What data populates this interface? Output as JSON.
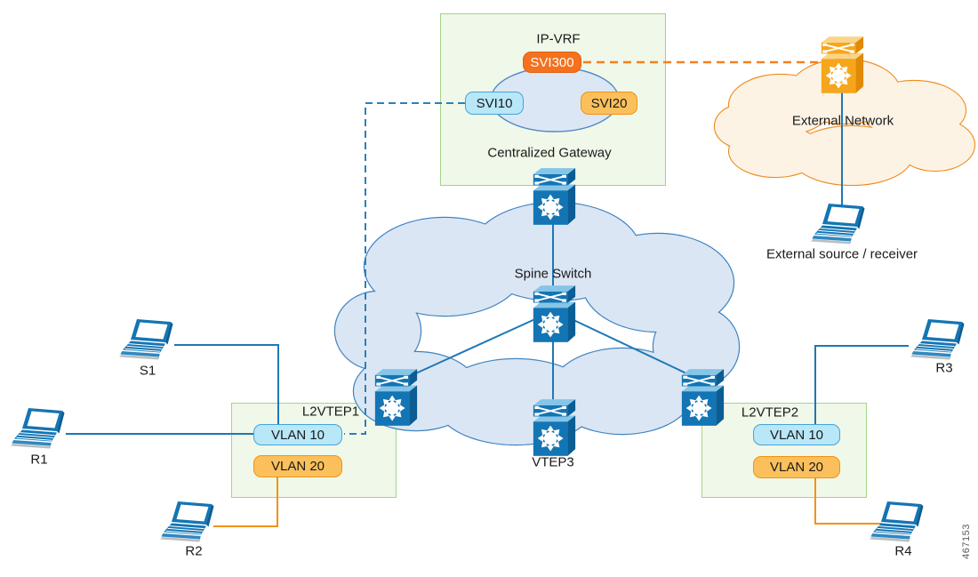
{
  "diagram": {
    "figure_number": "467153",
    "ip_vrf": {
      "title": "IP-VRF",
      "svi300": "SVI300",
      "svi10": "SVI10",
      "svi20": "SVI20",
      "caption": "Centralized Gateway"
    },
    "fabric": {
      "spine_label": "Spine Switch",
      "vtep3_label": "VTEP3"
    },
    "external": {
      "cloud_label": "External Network",
      "host_label": "External source / receiver"
    },
    "l2vtep1": {
      "title": "L2VTEP1",
      "vlan10": "VLAN 10",
      "vlan20": "VLAN 20"
    },
    "l2vtep2": {
      "title": "L2VTEP2",
      "vlan10": "VLAN 10",
      "vlan20": "VLAN 20"
    },
    "hosts": {
      "s1": "S1",
      "r1": "R1",
      "r2": "R2",
      "r3": "R3",
      "r4": "R4"
    },
    "colors": {
      "switch_blue": "#1375b4",
      "switch_orange": "#f6a61c",
      "line_blue": "#1d78b5",
      "line_orange": "#f2930f",
      "dashed_blue": "#2e7fb8",
      "dashed_orange": "#f0821e",
      "cloud_blue_fill": "#dbe6f4",
      "cloud_blue_stroke": "#3f83c0",
      "cloud_orange_fill": "#fdf3e5",
      "cloud_orange_stroke": "#ef8c1e",
      "green_box_fill": "#f0f8e9",
      "green_box_stroke": "#a3d489",
      "chip_cyan_fill": "#b8e7f8",
      "chip_cyan_stroke": "#44a4d8",
      "chip_amber_fill": "#fbc05c",
      "chip_amber_stroke": "#f29111",
      "chip_vivid_fill": "#f4711d",
      "chip_vivid_stroke": "#e75f10"
    }
  }
}
